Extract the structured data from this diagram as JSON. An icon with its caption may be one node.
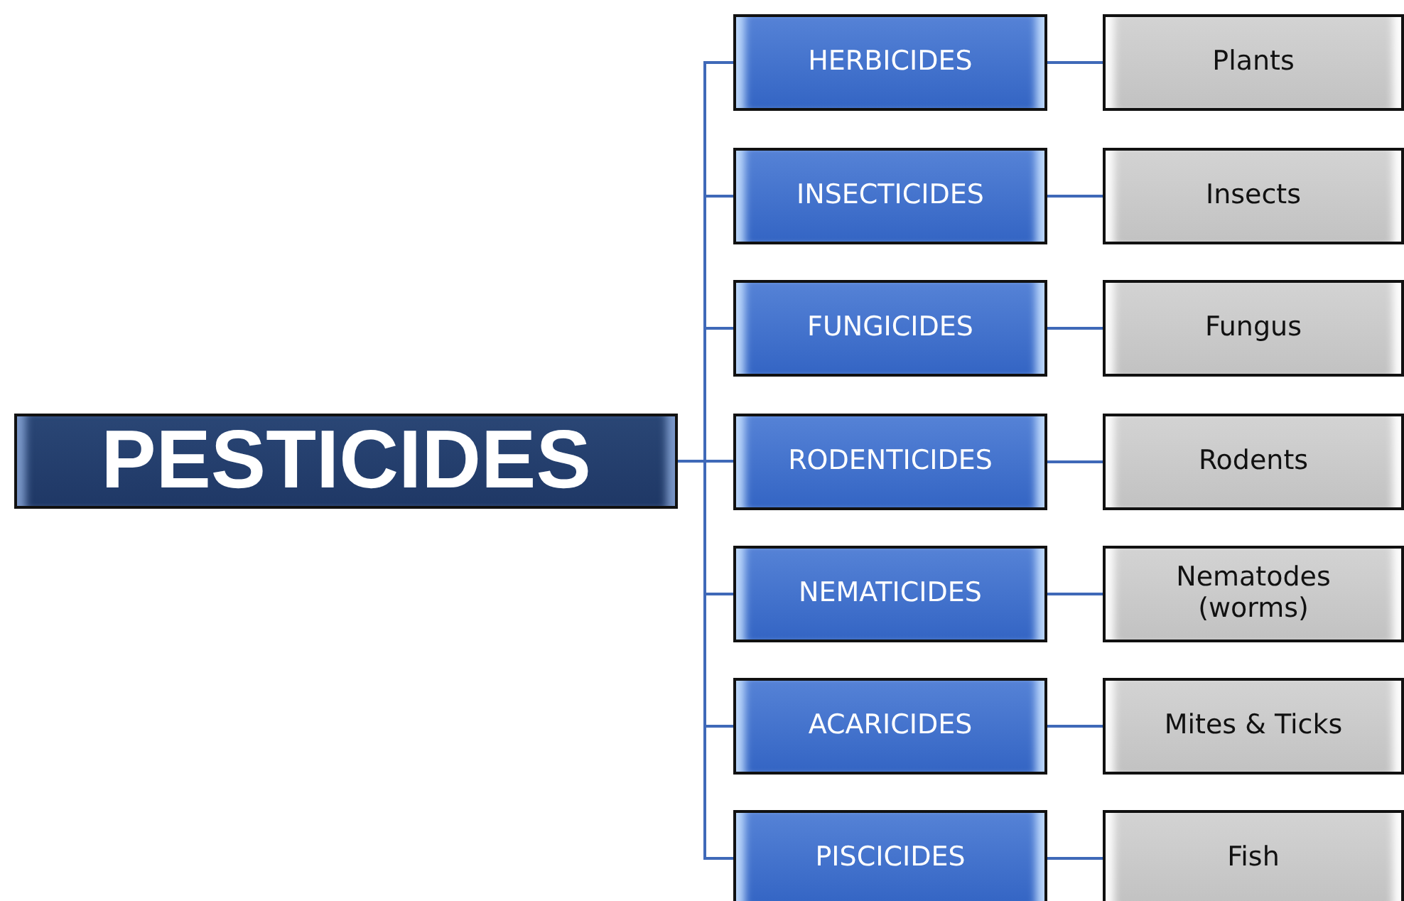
{
  "diagram": {
    "nodes": [
      {
        "text": [
          "PESTICIDES"
        ]
      },
      {
        "text": [
          "HERBICIDES"
        ]
      },
      {
        "text": [
          "Plants"
        ]
      },
      {
        "text": [
          "INSECTICIDES"
        ]
      },
      {
        "text": [
          "Insects"
        ]
      },
      {
        "text": [
          "FUNGICIDES"
        ]
      },
      {
        "text": [
          "Fungus"
        ]
      },
      {
        "text": [
          "RODENTICIDES"
        ]
      },
      {
        "text": [
          "Rodents"
        ]
      },
      {
        "text": [
          "NEMATICIDES"
        ]
      },
      {
        "text": [
          "Nematodes (worms)"
        ]
      },
      {
        "text": [
          "ACARICIDES"
        ]
      },
      {
        "text": [
          "Mites & Ticks"
        ]
      },
      {
        "text": [
          "PISCICIDES"
        ]
      },
      {
        "text": [
          "Fish"
        ]
      }
    ],
    "edges": [
      {
        "from": 0,
        "to": 1,
        "arrow": "none"
      },
      {
        "from": 0,
        "to": 3,
        "arrow": "none"
      },
      {
        "from": 0,
        "to": 5,
        "arrow": "none"
      },
      {
        "from": 0,
        "to": 7,
        "arrow": "none"
      },
      {
        "from": 0,
        "to": 9,
        "arrow": "none"
      },
      {
        "from": 0,
        "to": 11,
        "arrow": "none"
      },
      {
        "from": 0,
        "to": 13,
        "arrow": "none"
      },
      {
        "from": 1,
        "to": 2,
        "arrow": "none"
      },
      {
        "from": 3,
        "to": 4,
        "arrow": "none"
      },
      {
        "from": 5,
        "to": 6,
        "arrow": "none"
      },
      {
        "from": 7,
        "to": 8,
        "arrow": "none"
      },
      {
        "from": 9,
        "to": 10,
        "arrow": "none"
      },
      {
        "from": 11,
        "to": 12,
        "arrow": "none"
      },
      {
        "from": 13,
        "to": 14,
        "arrow": "none"
      }
    ]
  }
}
